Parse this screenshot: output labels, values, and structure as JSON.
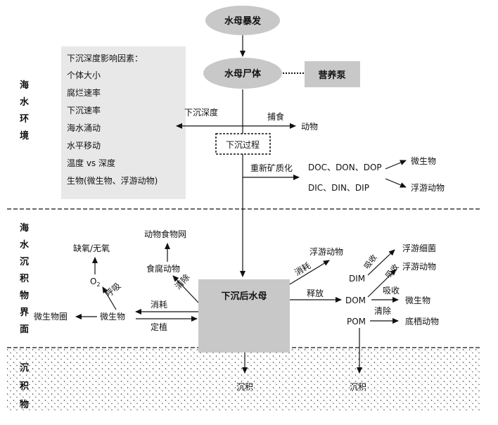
{
  "zones": {
    "seawater": [
      "海",
      "水",
      "环",
      "境"
    ],
    "interface": [
      "海",
      "水",
      "沉",
      "积",
      "物",
      "界",
      "面"
    ],
    "sediment": [
      "沉",
      "积",
      "物"
    ]
  },
  "nodes": {
    "bloom": "水母暴发",
    "carcass": "水母尸体",
    "pump": "营养泵",
    "sinking_process": "下沉过程",
    "sunk_jellyfish": "下沉后水母"
  },
  "factors": {
    "title": "下沉深度影响因素：",
    "items": [
      "个体大小",
      "腐烂速率",
      "下沉速率",
      "海水涌动",
      "水平移动",
      "温度 vs 深度",
      "生物(微生物、浮游动物)"
    ]
  },
  "upper": {
    "sinking_depth": "下沉深度",
    "predation": "捕食",
    "animals": "动物",
    "remineralization": "重新矿质化",
    "organic": "DOC、DON、DOP",
    "inorganic": "DIC、DIN、DIP",
    "microbes": "微生物",
    "zooplankton": "浮游动物"
  },
  "left": {
    "food_web": "动物食物网",
    "scavengers": "食腐动物",
    "clearing": "清除",
    "anoxia": "缺氧/无氧",
    "o2_base": "O",
    "o2_sub": "2",
    "respiration": "呼吸",
    "microbial_loop": "微生物圈",
    "microbes": "微生物",
    "consume": "消耗",
    "colonize": "定植"
  },
  "right": {
    "consume": "消耗",
    "zooplankton": "浮游动物",
    "release": "释放",
    "dim": "DIM",
    "dom": "DOM",
    "pom": "POM",
    "absorb1": "吸收",
    "absorb2": "吸收",
    "absorb3": "吸收",
    "bacteria": "浮游细菌",
    "zooplankton2": "浮游动物",
    "microbes": "微生物",
    "clearing": "清除",
    "benthos": "底栖动物"
  },
  "bottom": {
    "deposit_left": "沉积",
    "deposit_right": "沉积"
  }
}
